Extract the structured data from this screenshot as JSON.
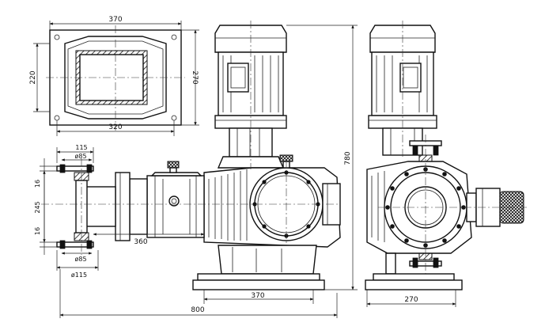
{
  "dimensions": {
    "top_width": "370",
    "top_height": "220",
    "top_height_right": "270",
    "top_base": "320",
    "left_115": "115",
    "phi85_top": "ø85",
    "phi85_bottom": "ø85",
    "phi115": "ø115",
    "v16_top": "16",
    "v245": "245",
    "v16_bottom": "16",
    "len360": "360",
    "base370": "370",
    "total800": "800",
    "height780": "780",
    "side270": "270"
  },
  "colors": {
    "line": "#111111",
    "background": "#ffffff"
  }
}
